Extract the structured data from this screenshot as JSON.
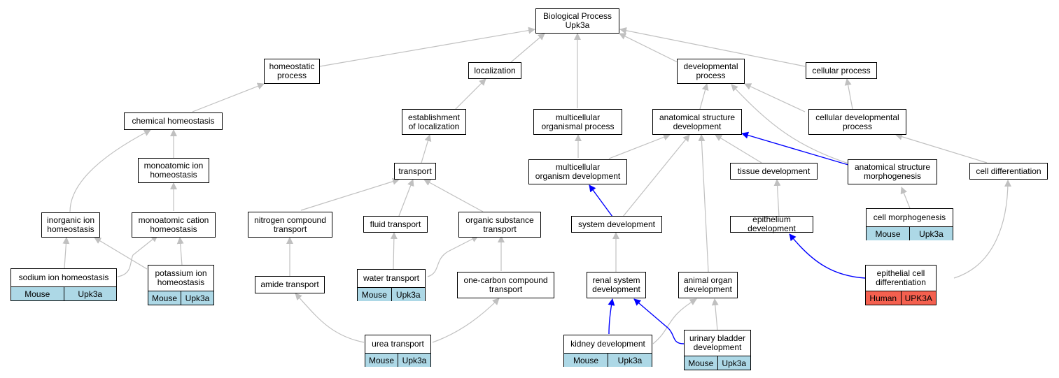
{
  "colors": {
    "mouse": "#add8e6",
    "human": "#f4604f",
    "edge_gray": "#c0c0c0",
    "edge_blue": "#0000ff"
  },
  "nodes": {
    "root": "Biological Process\nUpk3a",
    "homeostatic": "homeostatic\nprocess",
    "localization": "localization",
    "developmental": "developmental\nprocess",
    "cellular": "cellular process",
    "chem_homeo": "chemical homeostasis",
    "establishment": "establishment\nof localization",
    "multicell_proc": "multicellular\norganismal process",
    "anat_dev": "anatomical structure\ndevelopment",
    "cell_dev": "cellular developmental\nprocess",
    "monoion": "monoatomic ion\nhomeostasis",
    "transport": "transport",
    "multicell_dev": "multicellular\norganism development",
    "tissue_dev": "tissue development",
    "anat_morph": "anatomical structure\nmorphogenesis",
    "cell_diff": "cell differentiation",
    "inorg_ion": "inorganic ion\nhomeostasis",
    "monocation": "monoatomic cation\nhomeostasis",
    "nitrogen": "nitrogen compound\ntransport",
    "fluid": "fluid transport",
    "organic": "organic substance\ntransport",
    "system_dev": "system development",
    "epith_dev": "epithelium development",
    "amide": "amide transport",
    "onecarbon": "one-carbon compound\ntransport",
    "renal": "renal system\ndevelopment",
    "animal_organ": "animal organ\ndevelopment"
  },
  "tables": {
    "sodium": {
      "label": "sodium ion homeostasis",
      "species": "Mouse",
      "gene": "Upk3a"
    },
    "potassium": {
      "label": "potassium ion\nhomeostasis",
      "species": "Mouse",
      "gene": "Upk3a"
    },
    "water": {
      "label": "water transport",
      "species": "Mouse",
      "gene": "Upk3a"
    },
    "urea": {
      "label": "urea transport",
      "species": "Mouse",
      "gene": "Upk3a"
    },
    "kidney": {
      "label": "kidney development",
      "species": "Mouse",
      "gene": "Upk3a"
    },
    "bladder": {
      "label": "urinary bladder\ndevelopment",
      "species": "Mouse",
      "gene": "Upk3a"
    },
    "cell_morph": {
      "label": "cell morphogenesis",
      "species": "Mouse",
      "gene": "Upk3a"
    },
    "epith_cell": {
      "label": "epithelial cell\ndifferentiation",
      "species": "Human",
      "gene": "UPK3A"
    }
  }
}
